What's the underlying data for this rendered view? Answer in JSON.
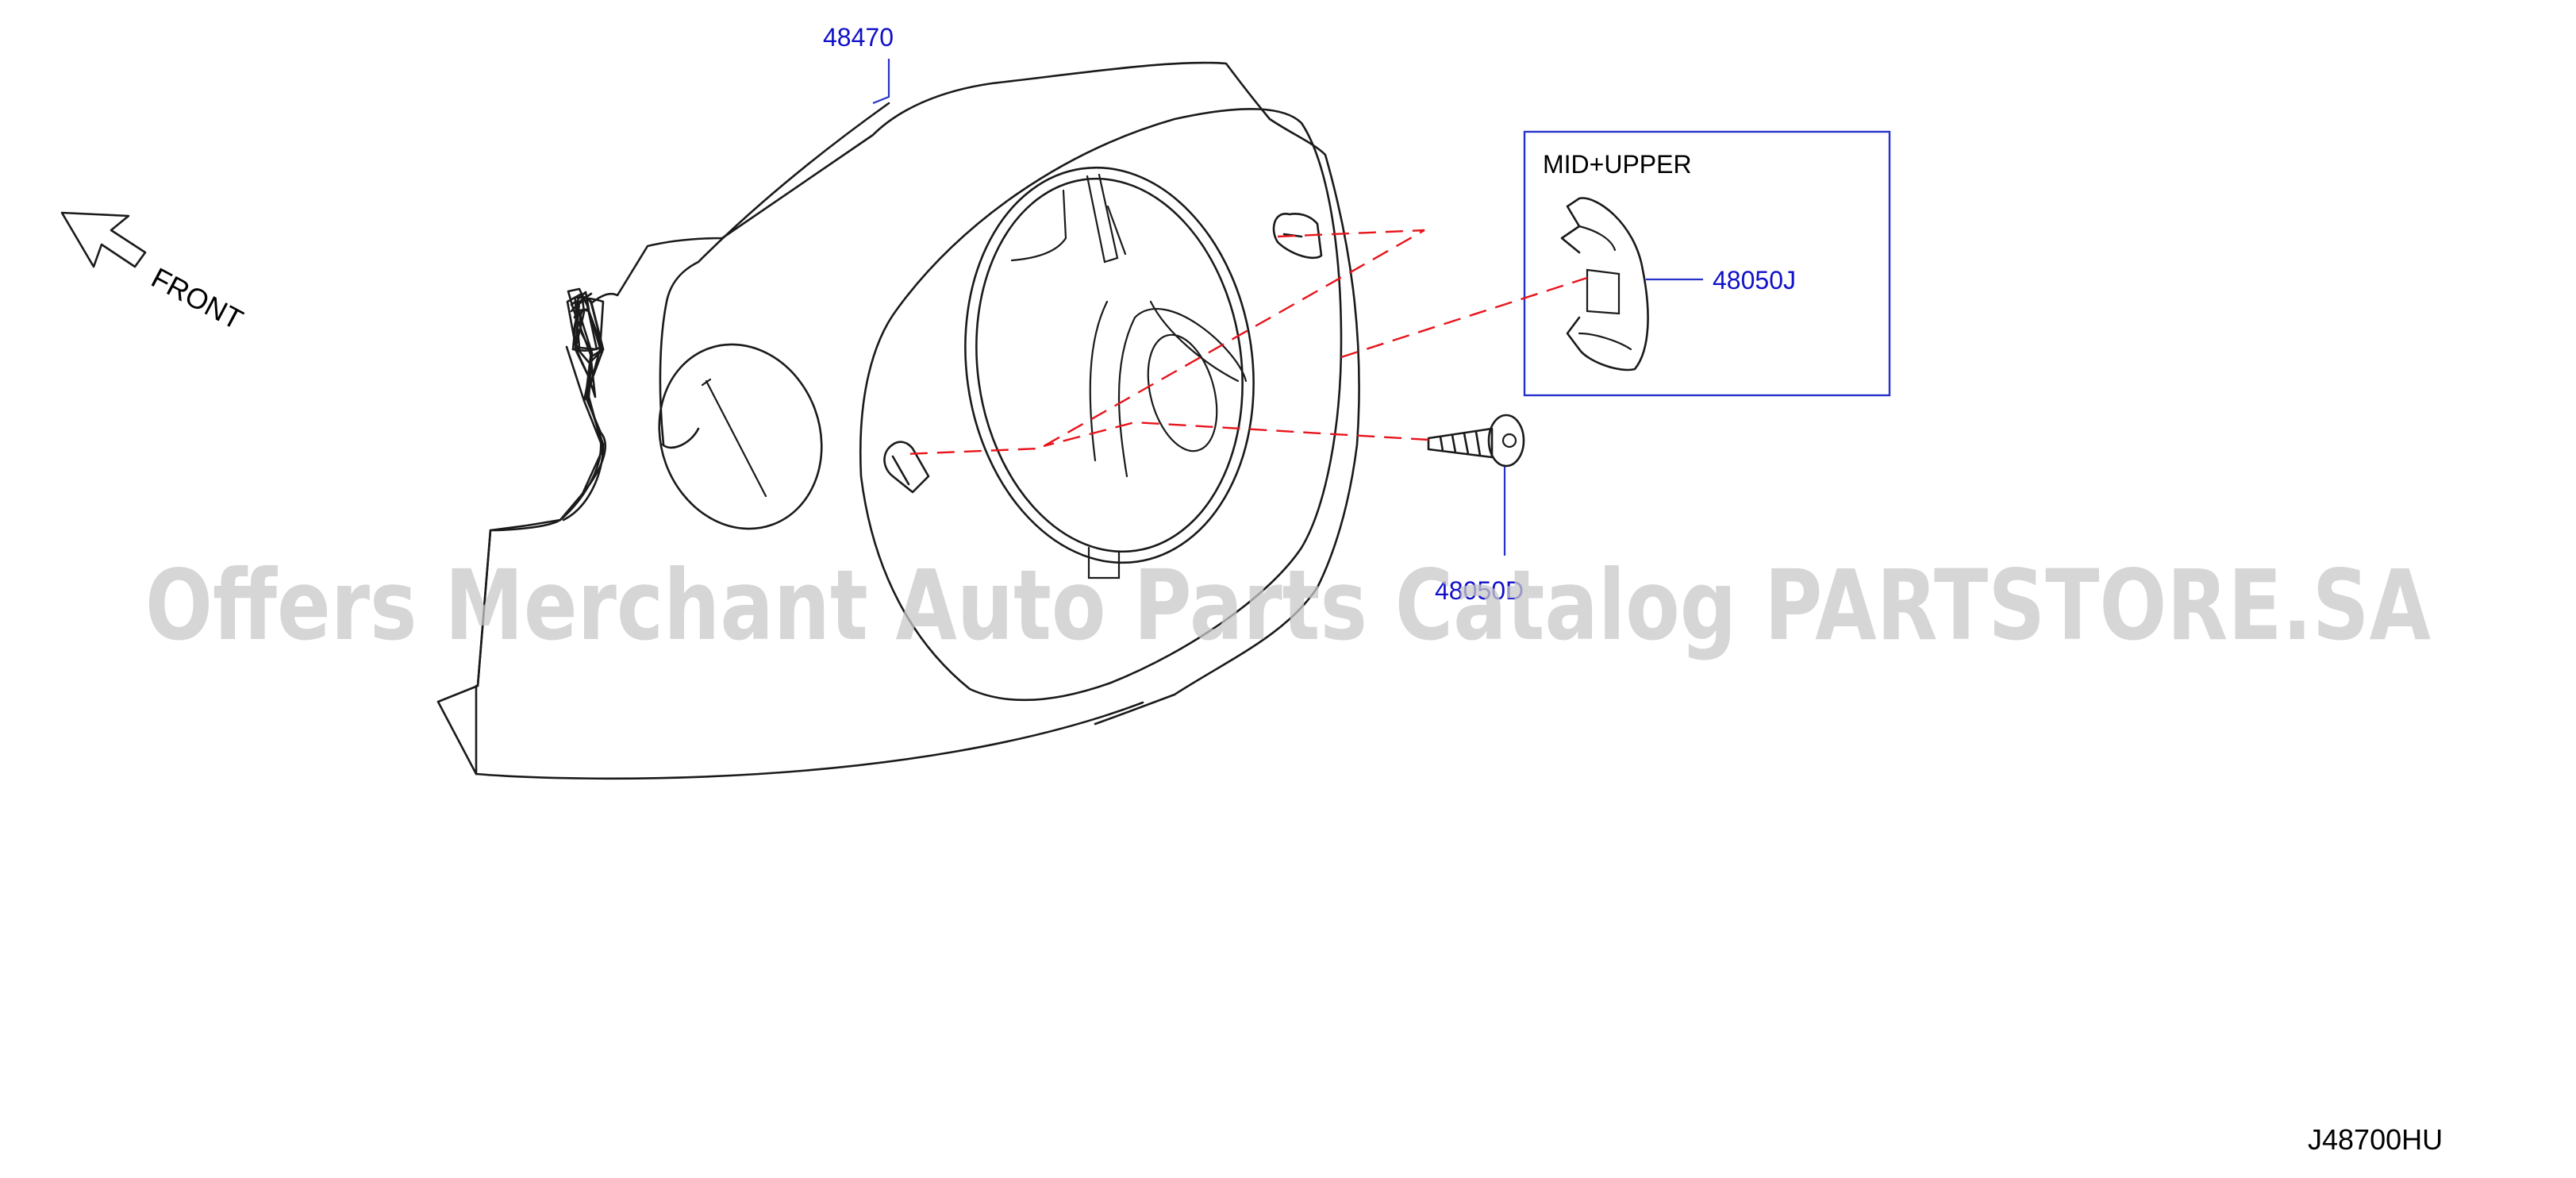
{
  "diagram": {
    "parts": [
      {
        "label": "48470"
      },
      {
        "label": "48050J"
      },
      {
        "label": "48050D"
      }
    ],
    "detail_box_title": "MID+UPPER",
    "direction_label": "FRONT",
    "diagram_code": "J48700HU",
    "watermark": "Offers Merchant Auto Parts Catalog PARTSTORE.SA",
    "colors": {
      "line": "#1a1a1a",
      "leader": "#2633c8",
      "part_label": "#1010c8",
      "dashed_guide": "#e8141b",
      "watermark": "#c8c8c8"
    }
  }
}
